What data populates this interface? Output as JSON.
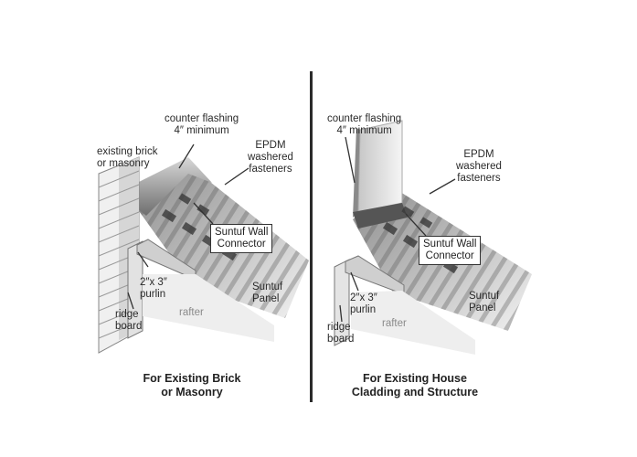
{
  "left_panel": {
    "labels": {
      "counter_flashing": [
        "counter flashing",
        "4″ minimum"
      ],
      "existing_brick": [
        "existing brick",
        "or masonry"
      ],
      "epdm": [
        "EPDM",
        "washered",
        "fasteners"
      ],
      "connector": [
        "Suntuf Wall",
        "Connector"
      ],
      "purlin": [
        "2″x 3″",
        "purlin"
      ],
      "ridge_board": [
        "ridge",
        "board"
      ],
      "suntuf_panel": [
        "Suntuf",
        "Panel"
      ],
      "rafter": "rafter"
    },
    "caption": [
      "For Existing Brick",
      "or Masonry"
    ]
  },
  "right_panel": {
    "labels": {
      "counter_flashing": [
        "counter flashing",
        "4″ minimum"
      ],
      "epdm": [
        "EPDM",
        "washered",
        "fasteners"
      ],
      "connector": [
        "Suntuf Wall",
        "Connector"
      ],
      "purlin": [
        "2″x 3″",
        "purlin"
      ],
      "ridge_board": [
        "ridge",
        "board"
      ],
      "suntuf_panel": [
        "Suntuf",
        "Panel"
      ],
      "rafter": "rafter"
    },
    "caption": [
      "For Existing House",
      "Cladding and Structure"
    ]
  }
}
